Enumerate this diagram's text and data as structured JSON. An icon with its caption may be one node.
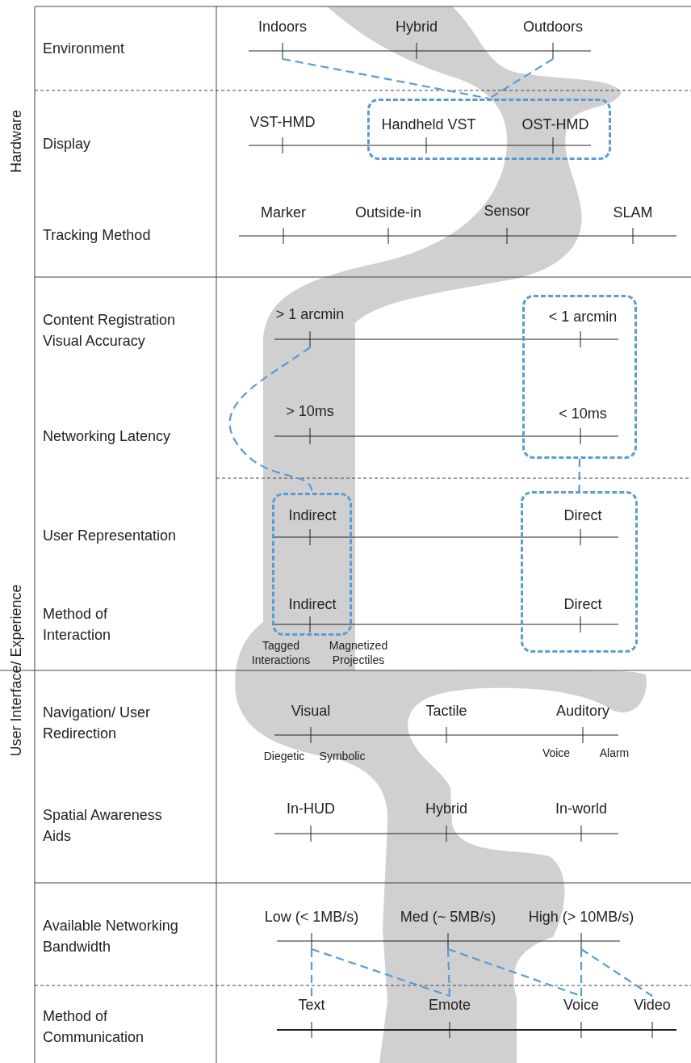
{
  "diagram": {
    "nodes": [
      {
        "text": [
          "Indoors"
        ]
      },
      {
        "text": [
          "Hybrid"
        ]
      },
      {
        "text": [
          "Outdoors"
        ]
      },
      {
        "text": [
          "VST-HMD"
        ]
      },
      {
        "text": [],
        "shape": "box"
      },
      {
        "text": [
          "Handheld VST"
        ],
        "in": 4
      },
      {
        "text": [
          "OST-HMD"
        ],
        "in": 4
      },
      {
        "text": [
          "Marker"
        ]
      },
      {
        "text": [
          "Outside-in"
        ]
      },
      {
        "text": [
          "Sensor"
        ]
      },
      {
        "text": [
          "SLAM"
        ]
      },
      {
        "text": [
          "> 1 arcmin"
        ]
      },
      {
        "text": [],
        "shape": "box"
      },
      {
        "text": [
          "< 1 arcmin"
        ],
        "in": 12
      },
      {
        "text": [
          "> 10ms"
        ]
      },
      {
        "text": [
          "< 10ms"
        ],
        "in": 12
      },
      {
        "text": [],
        "shape": "box"
      },
      {
        "text": [
          "Indirect"
        ],
        "in": 16
      },
      {
        "text": [],
        "shape": "box"
      },
      {
        "text": [
          "Direct"
        ],
        "in": 18
      },
      {
        "text": [
          "Indirect"
        ],
        "in": 16
      },
      {
        "text": [
          "Direct"
        ],
        "in": 18
      },
      {
        "text": [
          "Visual"
        ]
      },
      {
        "text": [
          "Tactile"
        ]
      },
      {
        "text": [
          "Auditory"
        ]
      },
      {
        "text": [
          "In-HUD"
        ]
      },
      {
        "text": [
          "Hybrid"
        ]
      },
      {
        "text": [
          "In-world"
        ]
      },
      {
        "text": [
          "Low (< 1MB/s)"
        ]
      },
      {
        "text": [
          "Med (~ 5MB/s)"
        ]
      },
      {
        "text": [
          "High (> 10MB/s)"
        ]
      },
      {
        "text": [
          "Text"
        ]
      },
      {
        "text": [
          "Emote"
        ]
      },
      {
        "text": [
          "Voice"
        ]
      },
      {
        "text": [
          "Video"
        ]
      }
    ],
    "edges": [
      {
        "from": 0,
        "to": 4,
        "arrow": "none",
        "style": "dashed"
      },
      {
        "from": 2,
        "to": 4,
        "arrow": "none",
        "style": "dashed"
      },
      {
        "from": 11,
        "to": 16,
        "arrow": "none",
        "style": "dashed"
      },
      {
        "from": 12,
        "to": 18,
        "arrow": "none",
        "style": "dashed"
      },
      {
        "from": 28,
        "to": 31,
        "arrow": "none",
        "style": "dashed"
      },
      {
        "from": 28,
        "to": 32,
        "arrow": "none",
        "style": "dashed"
      },
      {
        "from": 29,
        "to": 32,
        "arrow": "none",
        "style": "dashed"
      },
      {
        "from": 29,
        "to": 33,
        "arrow": "none",
        "style": "dashed"
      },
      {
        "from": 30,
        "to": 33,
        "arrow": "none",
        "style": "dashed"
      },
      {
        "from": 30,
        "to": 34,
        "arrow": "none",
        "style": "dashed"
      }
    ],
    "labels": [
      "Hardware",
      "Environment",
      "Display",
      "Tracking Method",
      "Content Registration Visual Accuracy",
      "Networking Latency",
      "User Interface/ Experience",
      "User Representation",
      "Method of Interaction",
      "Tagged Interactions",
      "Magnetized Projectiles",
      "Navigation/ User Redirection",
      "Diegetic",
      "Symbolic",
      "Voice",
      "Alarm",
      "Spatial Awareness Aids",
      "Available Networking Bandwidth",
      "Method of Communication"
    ]
  }
}
